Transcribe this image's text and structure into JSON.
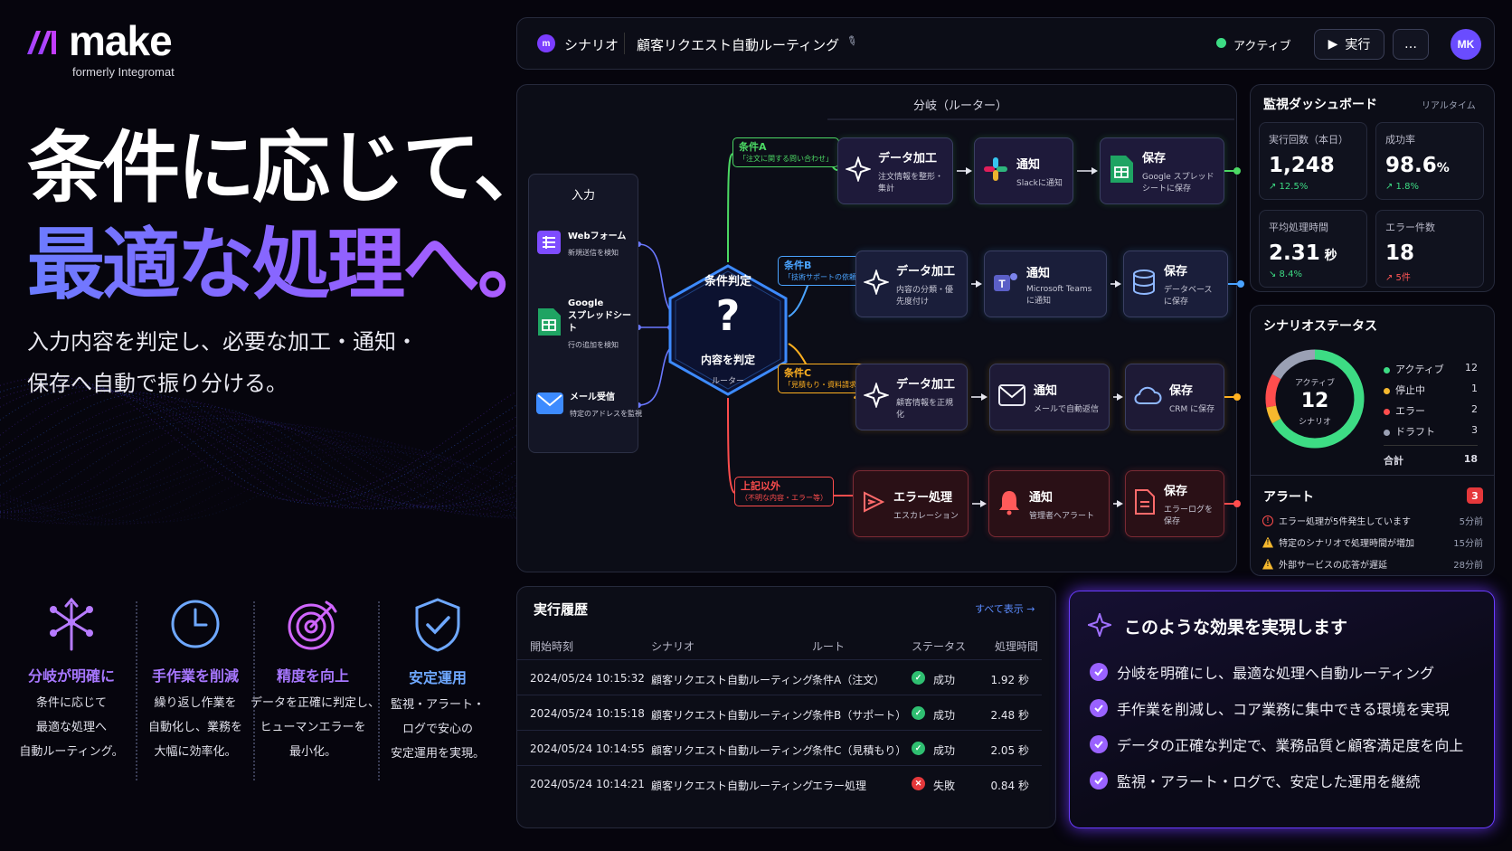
{
  "brand": {
    "name": "make",
    "subtitle": "formerly Integromat"
  },
  "hero": {
    "line1": "条件に応じて、",
    "line2": "最適な処理へ。",
    "lead1": "入力内容を判定し、必要な加工・通知・",
    "lead2": "保存へ自動で振り分ける。"
  },
  "features": [
    {
      "icon": "branch-icon",
      "title": "分岐が明確に",
      "lines": [
        "条件に応じて",
        "最適な処理へ",
        "自動ルーティング。"
      ]
    },
    {
      "icon": "clock-icon",
      "title": "手作業を削減",
      "lines": [
        "繰り返し作業を",
        "自動化し、業務を",
        "大幅に効率化。"
      ]
    },
    {
      "icon": "target-icon",
      "title": "精度を向上",
      "lines": [
        "データを正確に判定し、",
        "ヒューマンエラーを",
        "最小化。"
      ]
    },
    {
      "icon": "shield-check-icon",
      "title": "安定運用",
      "lines": [
        "監視・アラート・",
        "ログで安心の",
        "安定運用を実現。"
      ]
    }
  ],
  "topbar": {
    "section": "シナリオ",
    "scenario_name": "顧客リクエスト自動ルーティング",
    "status": "アクティブ",
    "run_label": "実行",
    "more": "…",
    "avatar": "MK"
  },
  "flow": {
    "router_label": "分岐（ルーター）",
    "input_title": "入力",
    "inputs": [
      {
        "title": "Webフォーム",
        "sub": "新規送信を検知",
        "icon": "form-icon"
      },
      {
        "title": "Google\nスプレッドシート",
        "sub": "行の追加を検知",
        "icon": "sheets-icon"
      },
      {
        "title": "メール受信",
        "sub": "特定のアドレスを監視",
        "icon": "mail-icon"
      }
    ],
    "router": {
      "top": "条件判定",
      "symbol": "?",
      "main": "内容を判定",
      "sub": "ルーター"
    },
    "conditions": [
      {
        "name": "条件A",
        "desc": "「注文に関する問い合わせ」",
        "color": "#4cd964"
      },
      {
        "name": "条件B",
        "desc": "「技術サポートの依頼」",
        "color": "#4aa3ff"
      },
      {
        "name": "条件C",
        "desc": "「見積もり・資料請求」",
        "color": "#ffb020"
      },
      {
        "name": "上記以外",
        "desc": "（不明な内容・エラー等）",
        "color": "#ff4d4d"
      }
    ],
    "routes": [
      [
        {
          "title": "データ加工",
          "sub": "注文情報を整形・集計",
          "icon": "sparkle-icon"
        },
        {
          "title": "通知",
          "sub": "Slackに通知",
          "icon": "slack-icon"
        },
        {
          "title": "保存",
          "sub": "Google スプレッド\nシートに保存",
          "icon": "sheets-icon"
        }
      ],
      [
        {
          "title": "データ加工",
          "sub": "内容の分類・優先度付け",
          "icon": "sparkle-icon"
        },
        {
          "title": "通知",
          "sub": "Microsoft Teamsに通知",
          "icon": "teams-icon"
        },
        {
          "title": "保存",
          "sub": "データベースに保存",
          "icon": "database-icon"
        }
      ],
      [
        {
          "title": "データ加工",
          "sub": "顧客情報を正規化",
          "icon": "sparkle-icon"
        },
        {
          "title": "通知",
          "sub": "メールで自動返信",
          "icon": "mail-icon"
        },
        {
          "title": "保存",
          "sub": "CRM に保存",
          "icon": "cloud-icon"
        }
      ],
      [
        {
          "title": "エラー処理",
          "sub": "エスカレーション",
          "icon": "escalation-icon"
        },
        {
          "title": "通知",
          "sub": "管理者へアラート",
          "icon": "bell-icon"
        },
        {
          "title": "保存",
          "sub": "エラーログを保存",
          "icon": "document-icon"
        }
      ]
    ]
  },
  "dashboard": {
    "title": "監視ダッシュボード",
    "realtime": "リアルタイム",
    "stats": [
      {
        "label": "実行回数（本日）",
        "value": "1,248",
        "unit": "",
        "delta": "↗ 12.5%",
        "delta_color": "#3ddc84"
      },
      {
        "label": "成功率",
        "value": "98.6",
        "unit": "%",
        "delta": "↗ 1.8%",
        "delta_color": "#3ddc84"
      },
      {
        "label": "平均処理時間",
        "value": "2.31",
        "unit": " 秒",
        "delta": "↘ 8.4%",
        "delta_color": "#3ddc84"
      },
      {
        "label": "エラー件数",
        "value": "18",
        "unit": "",
        "delta": "↗ 5件",
        "delta_color": "#ff5555"
      }
    ]
  },
  "status": {
    "title": "シナリオステータス",
    "donut_top": "アクティブ",
    "donut_value": "12",
    "donut_bottom": "シナリオ",
    "items": [
      {
        "label": "アクティブ",
        "count": 12,
        "color": "#3ddc84"
      },
      {
        "label": "停止中",
        "count": 1,
        "color": "#f5b82e"
      },
      {
        "label": "エラー",
        "count": 2,
        "color": "#ff4d4d"
      },
      {
        "label": "ドラフト",
        "count": 3,
        "color": "#9aa0b4"
      }
    ],
    "total_label": "合計",
    "total": "18"
  },
  "alerts": {
    "title": "アラート",
    "badge": "3",
    "items": [
      {
        "icon": "error-icon",
        "text": "エラー処理が5件発生しています",
        "time": "5分前",
        "color": "#ff4d4d"
      },
      {
        "icon": "warning-icon",
        "text": "特定のシナリオで処理時間が増加",
        "time": "15分前",
        "color": "#f5b82e"
      },
      {
        "icon": "warning-icon",
        "text": "外部サービスの応答が遅延",
        "time": "28分前",
        "color": "#f5b82e"
      }
    ]
  },
  "history": {
    "title": "実行履歴",
    "view_all": "すべて表示 →",
    "columns": [
      "開始時刻",
      "シナリオ",
      "ルート",
      "ステータス",
      "処理時間"
    ],
    "rows": [
      {
        "time": "2024/05/24 10:15:32",
        "scenario": "顧客リクエスト自動ルーティング",
        "route": "条件A（注文）",
        "status": "成功",
        "ok": true,
        "duration": "1.92 秒"
      },
      {
        "time": "2024/05/24 10:15:18",
        "scenario": "顧客リクエスト自動ルーティング",
        "route": "条件B（サポート）",
        "status": "成功",
        "ok": true,
        "duration": "2.48 秒"
      },
      {
        "time": "2024/05/24 10:14:55",
        "scenario": "顧客リクエスト自動ルーティング",
        "route": "条件C（見積もり）",
        "status": "成功",
        "ok": true,
        "duration": "2.05 秒"
      },
      {
        "time": "2024/05/24 10:14:21",
        "scenario": "顧客リクエスト自動ルーティング",
        "route": "エラー処理",
        "status": "失敗",
        "ok": false,
        "duration": "0.84 秒"
      }
    ]
  },
  "effects": {
    "title": "このような効果を実現します",
    "items": [
      "分岐を明確にし、最適な処理へ自動ルーティング",
      "手作業を削減し、コア業務に集中できる環境を実現",
      "データの正確な判定で、業務品質と顧客満足度を向上",
      "監視・アラート・ログで、安定した運用を継続"
    ]
  }
}
